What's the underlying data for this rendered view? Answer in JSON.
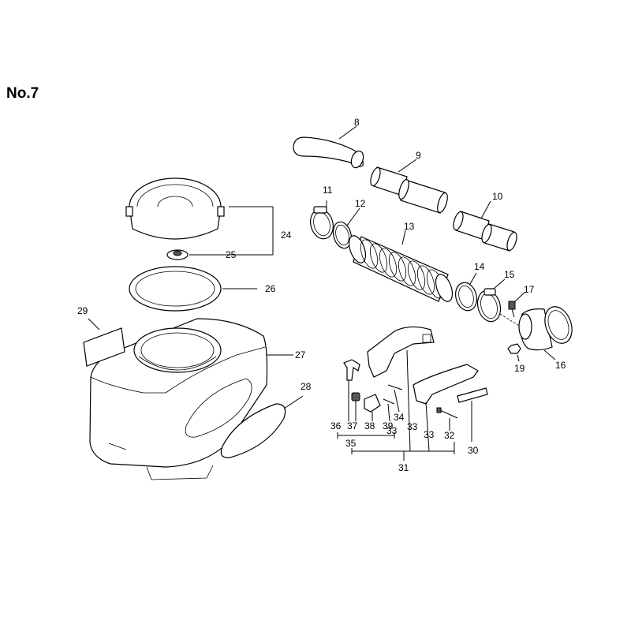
{
  "diagram_title": "No.7",
  "callouts": {
    "c8": "8",
    "c9": "9",
    "c10": "10",
    "c11": "11",
    "c12": "12",
    "c13": "13",
    "c14": "14",
    "c15": "15",
    "c16": "16",
    "c17": "17",
    "c19": "19",
    "c24": "24",
    "c25": "25",
    "c26": "26",
    "c27": "27",
    "c28": "28",
    "c29": "29",
    "c30": "30",
    "c31": "31",
    "c32": "32",
    "c33a": "33",
    "c33b": "33",
    "c33c": "33",
    "c34": "34",
    "c35": "35",
    "c36": "36",
    "c37": "37",
    "c38": "38",
    "c39": "39"
  }
}
